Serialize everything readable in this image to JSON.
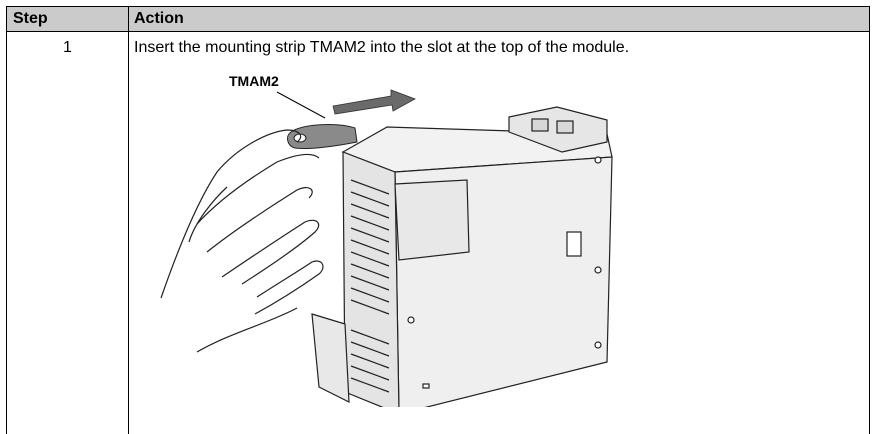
{
  "table": {
    "headers": [
      "Step",
      "Action"
    ],
    "rows": [
      {
        "step": "1",
        "action": "Insert the mounting strip TMAM2 into the slot at the top of the module.",
        "figure": {
          "callout": "TMAM2"
        }
      }
    ]
  }
}
